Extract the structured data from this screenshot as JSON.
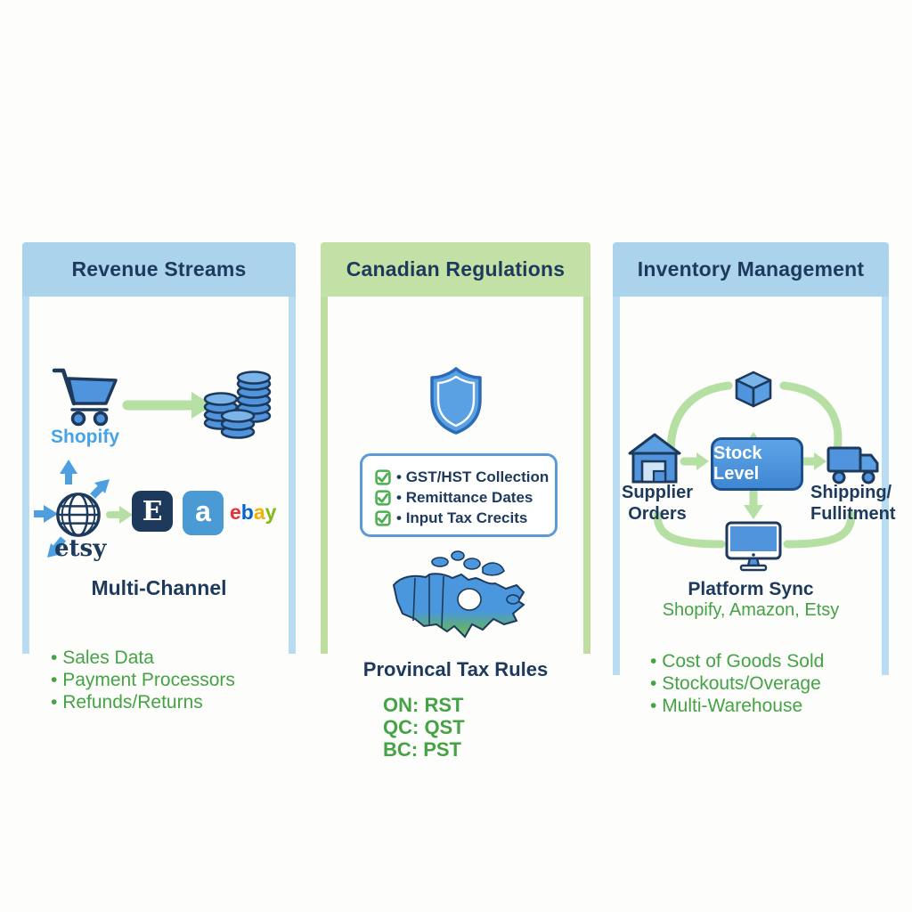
{
  "colors": {
    "navy": "#1d3a5c",
    "green_text": "#44a344",
    "arrow_green": "#b5dfa3",
    "arrow_blue": "#4d9fe0",
    "header_blue": "#abd3ec",
    "header_green": "#c3e1a6",
    "border_blue": "#b9dcf2",
    "border_green": "#bede9f",
    "icon_blue": "#4f94dc",
    "shopify_blue": "#47a3e8"
  },
  "panel_revenue": {
    "title": "Revenue Streams",
    "shopify_label": "Shopify",
    "etsy_badge_letter": "E",
    "amazon_badge_letter": "a",
    "ebay_letters": [
      "e",
      "b",
      "a",
      "y"
    ],
    "etsy_logo": "etsy",
    "multichannel_label": "Multi-Channel",
    "bullets": [
      "Sales Data",
      "Payment Processors",
      "Refunds/Returns"
    ]
  },
  "panel_regulations": {
    "title": "Canadian Regulations",
    "checklist": [
      "GST/HST Collection",
      "Remittance Dates",
      "Input Tax Crecits"
    ],
    "map_caption": "Provincal Tax Rules",
    "provincial_taxes": [
      "ON: RST",
      "QC: QST",
      "BC: PST"
    ]
  },
  "panel_inventory": {
    "title": "Inventory Management",
    "supplier_line1": "Supplier",
    "supplier_line2": "Orders",
    "stock_level_label": "Stock Level",
    "shipping_line1": "Shipping/",
    "shipping_line2": "Fullitment",
    "platform_sync_label": "Platform Sync",
    "platforms": "Shopify, Amazon, Etsy",
    "bullets": [
      "Cost of Goods Sold",
      "Stockouts/Overage",
      "Multi-Warehouse"
    ]
  }
}
